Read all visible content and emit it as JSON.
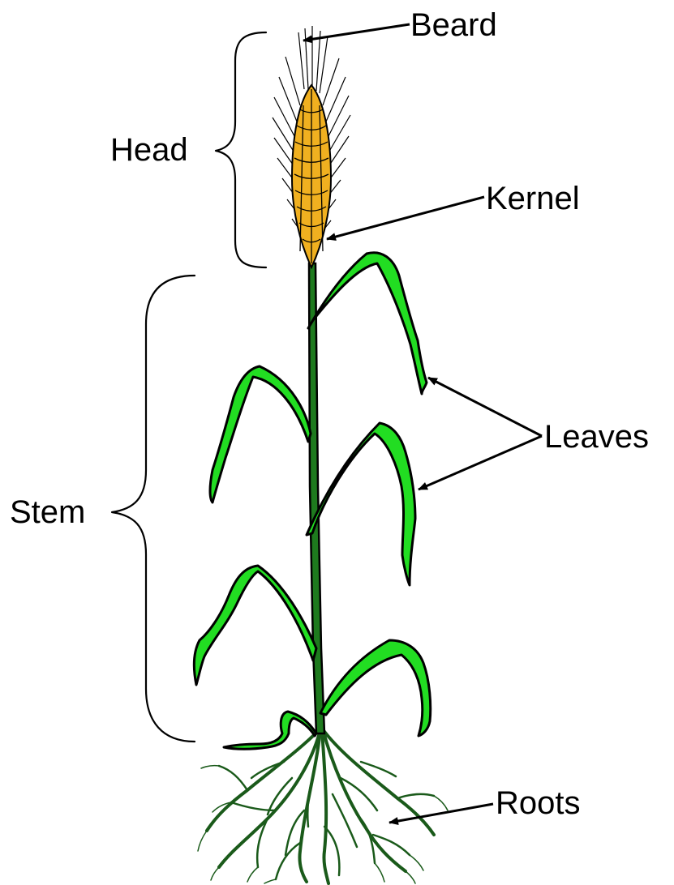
{
  "labels": {
    "beard": "Beard",
    "head": "Head",
    "kernel": "Kernel",
    "leaves": "Leaves",
    "stem": "Stem",
    "roots": "Roots"
  },
  "colors": {
    "leaf_fill": "#22dd22",
    "stem_fill": "#1e7a1e",
    "kernel_fill": "#f0b020",
    "root_stroke": "#1a5a1a",
    "outline": "#000000"
  }
}
